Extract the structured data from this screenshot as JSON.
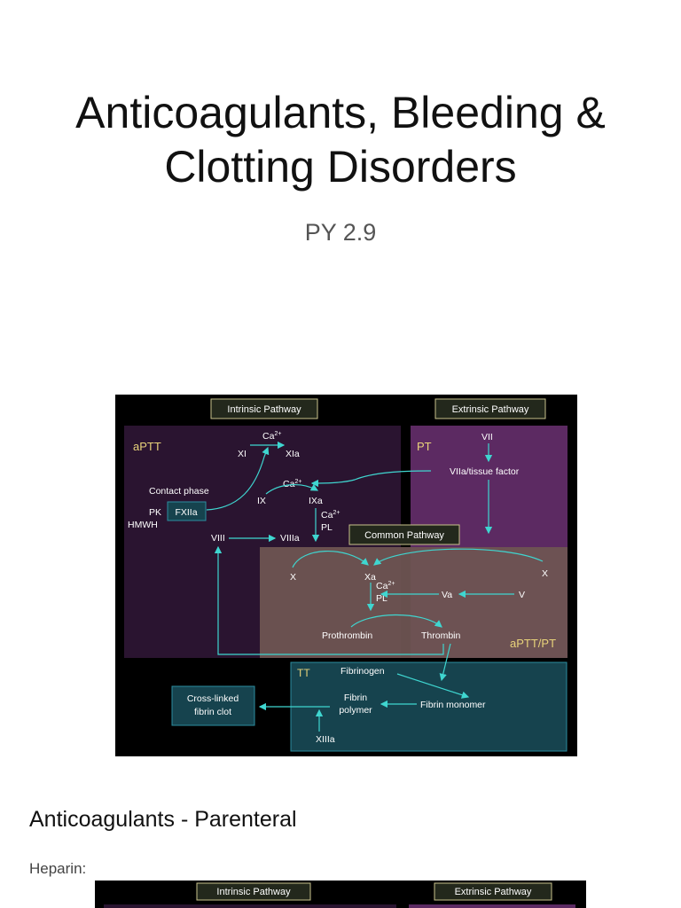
{
  "slide": {
    "title_line1": "Anticoagulants, Bleeding &",
    "title_line2": "Clotting Disorders",
    "subtitle": "PY 2.9"
  },
  "diagram": {
    "intrinsic_pathway": "Intrinsic Pathway",
    "extrinsic_pathway": "Extrinsic Pathway",
    "common_pathway": "Common Pathway",
    "aptt": "aPTT",
    "pt": "PT",
    "aptt_pt": "aPTT/PT",
    "tt": "TT",
    "ca": "Ca",
    "ca_sup": "2+",
    "xi": "XI",
    "xia": "XIa",
    "vii": "VII",
    "viia_tf": "VIIa/tissue factor",
    "contact_phase": "Contact phase",
    "pk": "PK",
    "hmwh": "HMWH",
    "fxiia": "FXIIa",
    "ix": "IX",
    "ixa": "IXa",
    "pl": "PL",
    "viii": "VIII",
    "viiia": "VIIIa",
    "x": "X",
    "xa": "Xa",
    "va": "Va",
    "v": "V",
    "prothrombin": "Prothrombin",
    "thrombin": "Thrombin",
    "fibrinogen": "Fibrinogen",
    "fibrin": "Fibrin",
    "polymer": "polymer",
    "fibrin_monomer": "Fibrin monomer",
    "cross_linked": "Cross-linked",
    "fibrin_clot": "fibrin clot",
    "xiiia": "XIIIa"
  },
  "section": {
    "heading": "Anticoagulants - Parenteral",
    "label": "Heparin:"
  },
  "colors": {
    "background": "#000000",
    "intrinsic_region": "#2a1430",
    "extrinsic_region": "#5c2a62",
    "common_region": "#6e5452",
    "tt_region": "#16434e",
    "arrow": "#3fd6d0",
    "header_box_fill": "#23281c",
    "header_box_border": "#c9c28b",
    "label_yellow": "#e8d37a"
  }
}
